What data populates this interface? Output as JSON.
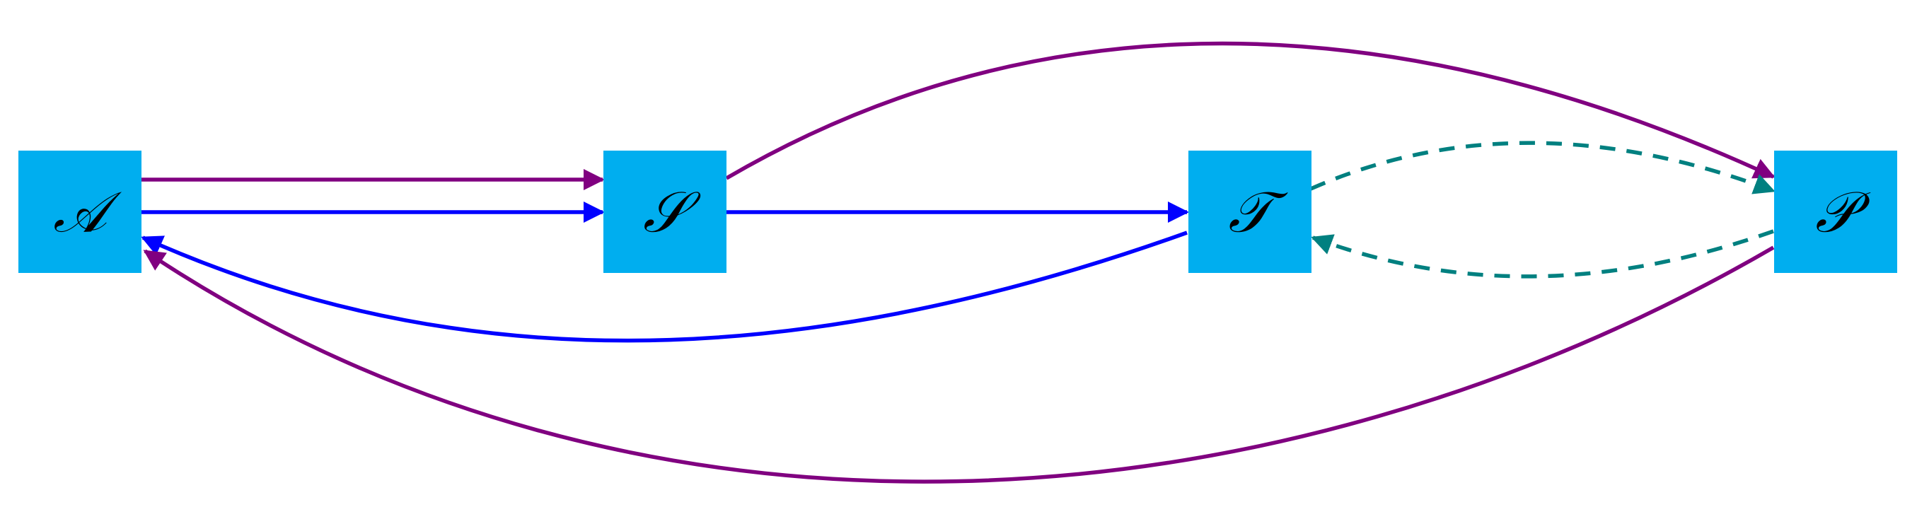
{
  "colors": {
    "node_fill": "#00AEEF",
    "purple": "#800080",
    "blue": "#0000FF",
    "teal": "#008080",
    "label": "#000000",
    "background": "#FFFFFF"
  },
  "nodes": {
    "a": {
      "label": "𝒜"
    },
    "s": {
      "label": "𝒮"
    },
    "t": {
      "label": "𝒯"
    },
    "p": {
      "label": "𝒫"
    }
  },
  "edges": [
    {
      "from": "a",
      "to": "s",
      "color": "purple",
      "style": "solid",
      "shape": "straight"
    },
    {
      "from": "a",
      "to": "s",
      "color": "blue",
      "style": "solid",
      "shape": "straight"
    },
    {
      "from": "s",
      "to": "t",
      "color": "blue",
      "style": "solid",
      "shape": "straight"
    },
    {
      "from": "s",
      "to": "p",
      "color": "purple",
      "style": "solid",
      "shape": "arc-over"
    },
    {
      "from": "t",
      "to": "p",
      "color": "teal",
      "style": "dashed",
      "shape": "arc-over"
    },
    {
      "from": "p",
      "to": "t",
      "color": "teal",
      "style": "dashed",
      "shape": "arc-under"
    },
    {
      "from": "t",
      "to": "a",
      "color": "blue",
      "style": "solid",
      "shape": "arc-under"
    },
    {
      "from": "p",
      "to": "a",
      "color": "purple",
      "style": "solid",
      "shape": "arc-under"
    }
  ]
}
